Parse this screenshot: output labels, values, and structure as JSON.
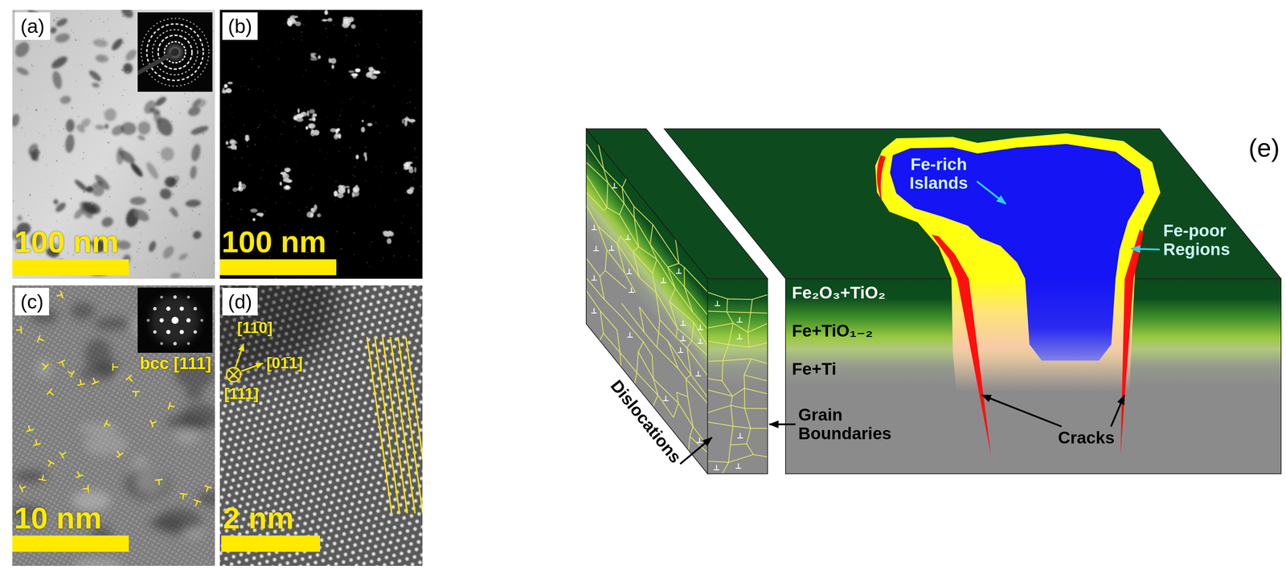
{
  "diagram": {
    "labels": [
      "(a)",
      "100 nm",
      "(b)",
      "100 nm",
      "(c)",
      "bcc [111]",
      "10 nm",
      "(d)",
      "[11̄0]",
      "[01̄1]",
      "[111]",
      "2 nm",
      "(e)",
      "Fe-rich Islands",
      "Fe-poor Regions",
      "Fe₂O₃+TiO₂",
      "Fe+TiO₁₋₂",
      "Fe+Ti",
      "Dislocations",
      "Grain Boundaries",
      "Cracks"
    ]
  }
}
